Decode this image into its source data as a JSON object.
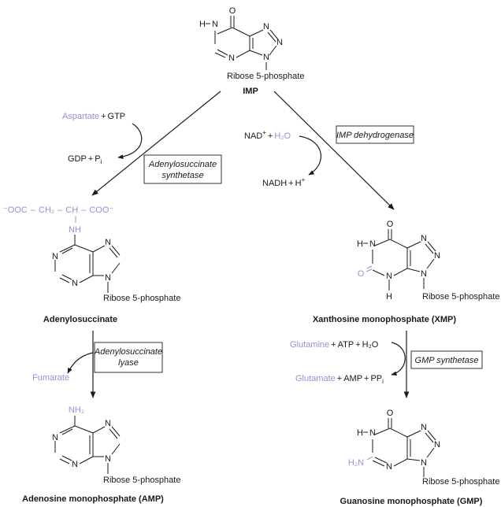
{
  "diagram": {
    "substituent": "Ribose 5-phosphate",
    "atoms": {
      "O": "O",
      "H": "H",
      "N": "N",
      "NH": "NH",
      "NH2": "NH₂",
      "H2N": "H₂N"
    },
    "compounds": {
      "imp": "IMP",
      "adenylosuccinate": "Adenylosuccinate",
      "amp": "Adenosine monophosphate (AMP)",
      "xmp": "Xanthosine monophosphate (XMP)",
      "gmp": "Guanosine monophosphate (GMP)"
    },
    "succinyl_chain": {
      "ooc": "⁻OOC",
      "dash": "–",
      "ch2": "CH₂",
      "ch": "CH",
      "coo": "COO⁻"
    },
    "enzymes": {
      "adenylosuccinate_synthetase": [
        "Adenylosuccinate",
        "synthetase"
      ],
      "imp_dehydrogenase": "IMP dehydrogenase",
      "adenylosuccinate_lyase": [
        "Adenylosuccinate",
        "lyase"
      ],
      "gmp_synthetase": "GMP synthetase"
    },
    "reactants": {
      "aspartate": "Aspartate",
      "plus": "+",
      "gtp": "GTP",
      "gdp": "GDP",
      "p": "P",
      "i": "i",
      "nad": "NAD",
      "sup_plus": "+",
      "h2o": "H₂O",
      "nadh": "NADH",
      "h": "H",
      "fumarate": "Fumarate",
      "glutamine": "Glutamine",
      "atp": "ATP",
      "glutamate": "Glutamate",
      "amp": "AMP",
      "pp": "PP"
    },
    "colors": {
      "highlight": "#9a8fd0",
      "ink": "#1a1a1a"
    }
  }
}
